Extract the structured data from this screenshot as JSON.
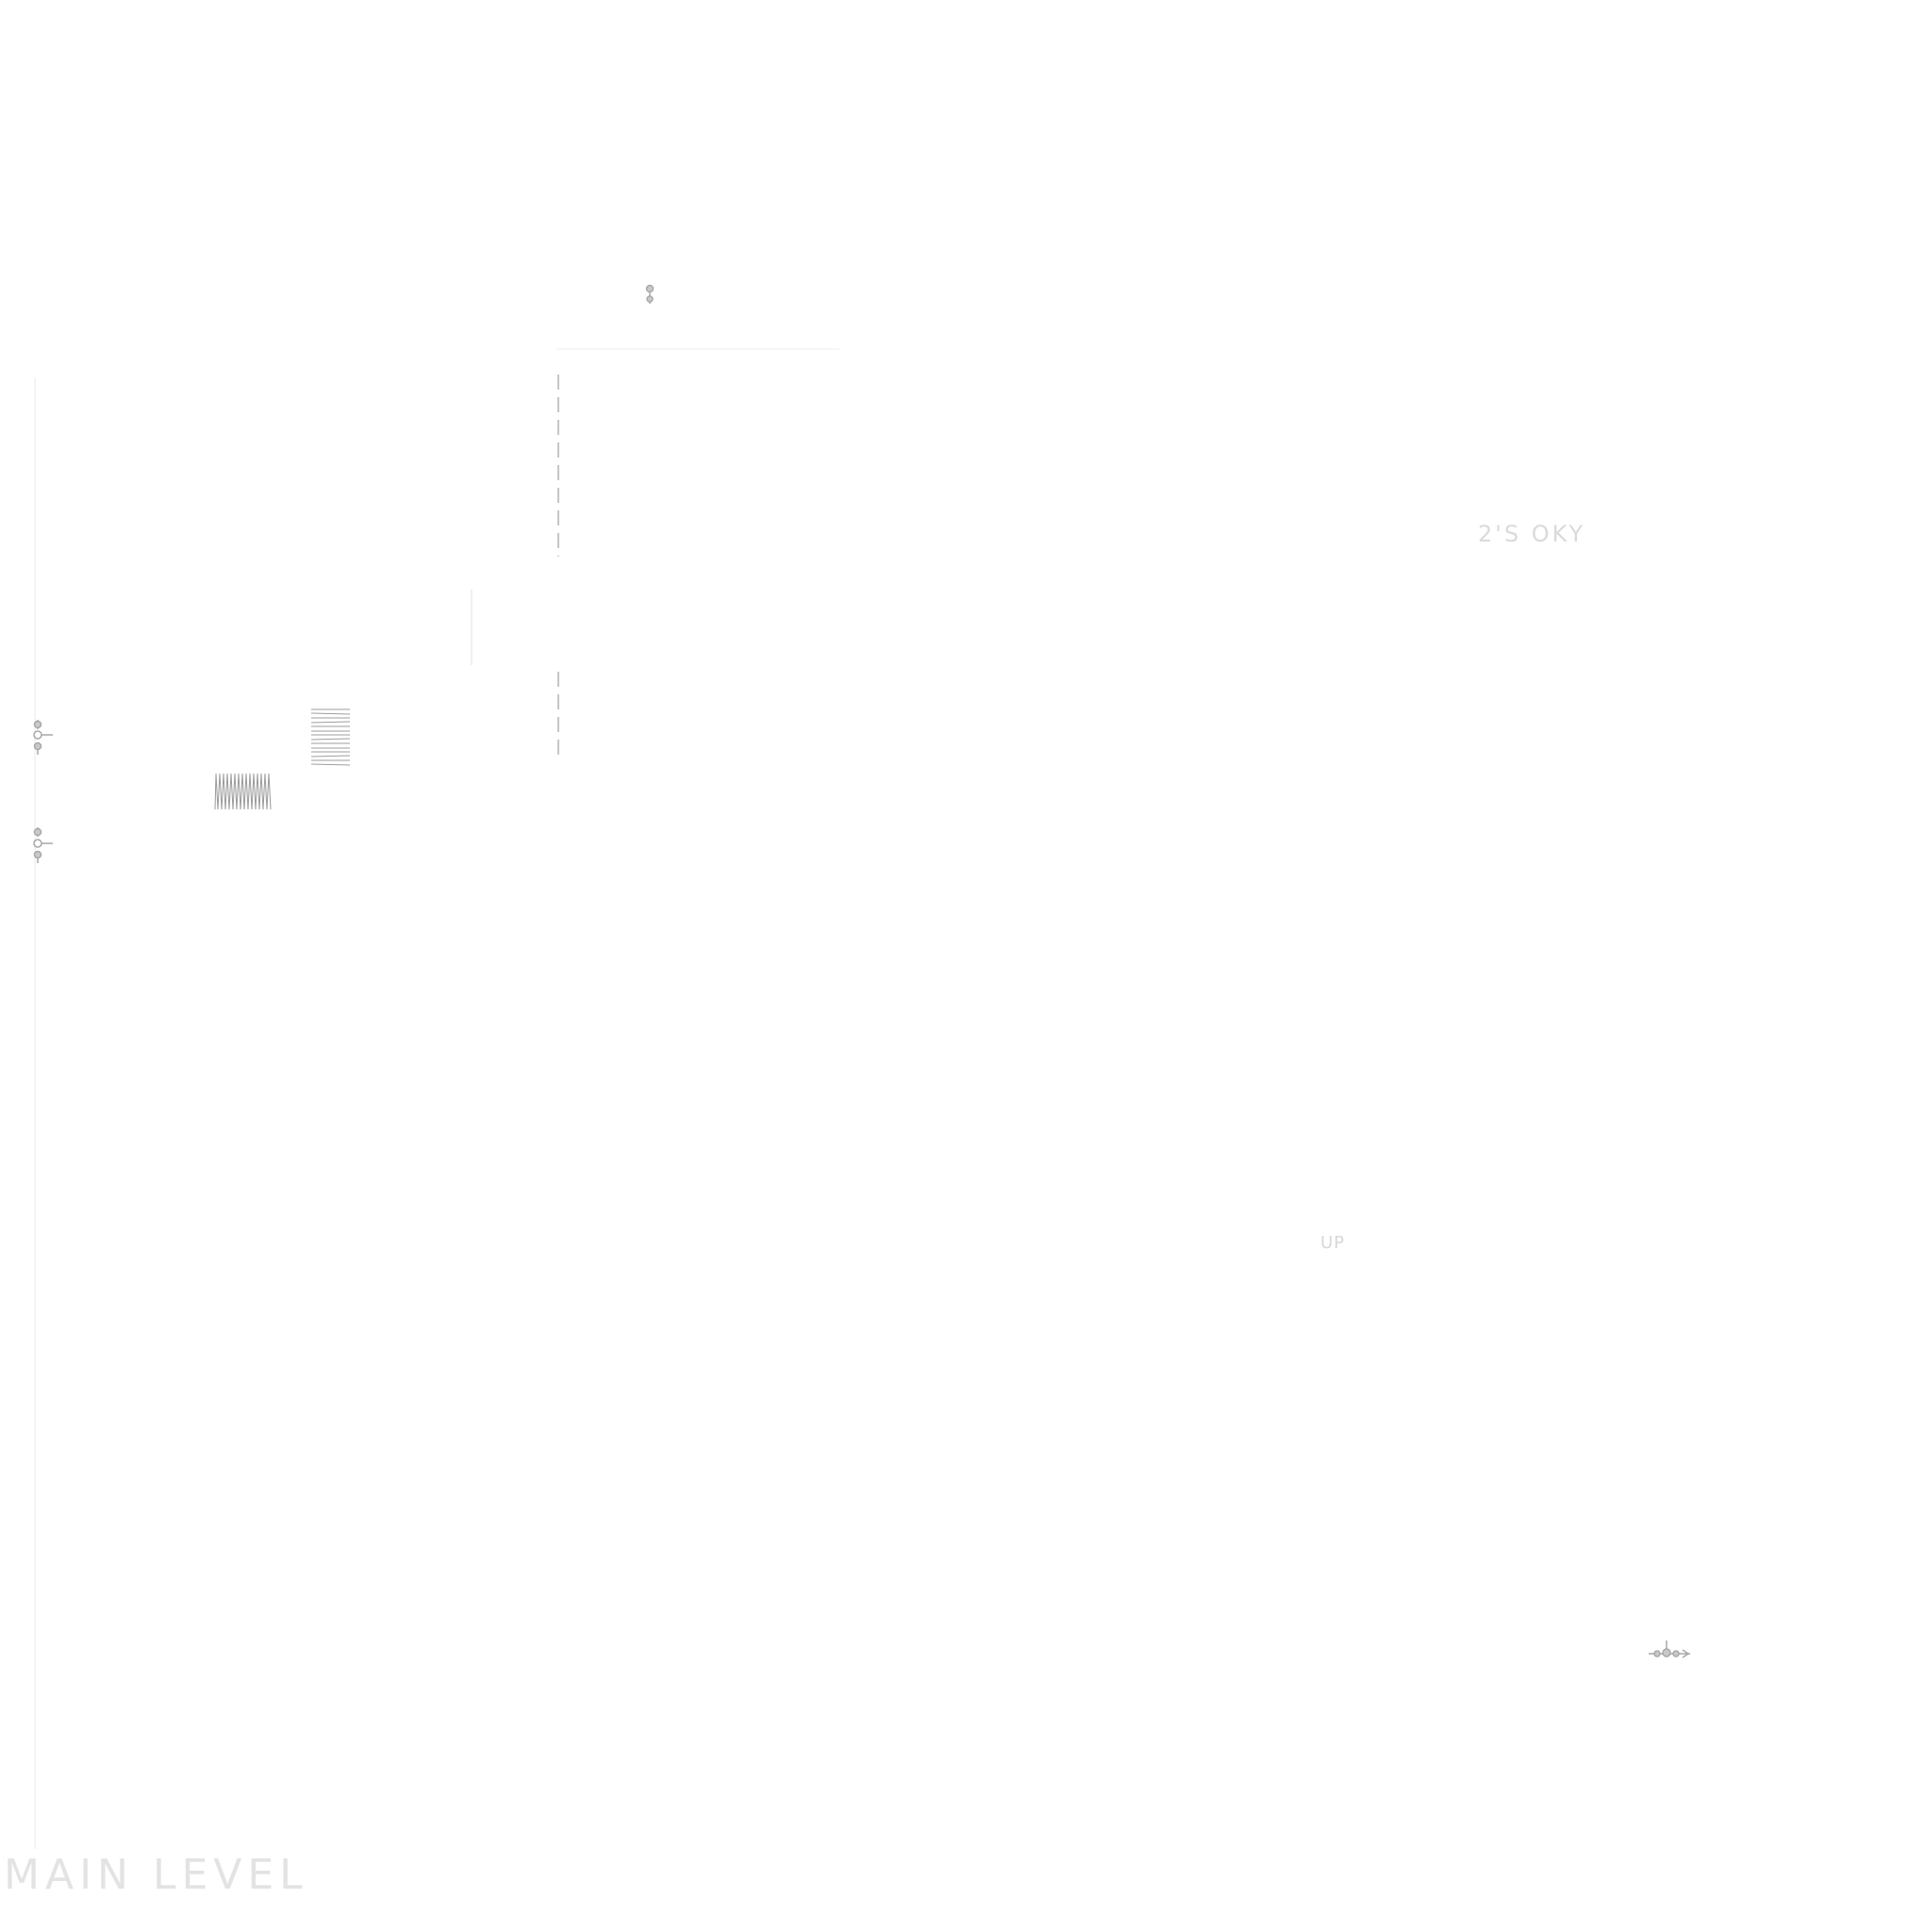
{
  "plan": {
    "labels": {
      "sky": "2'S OKY",
      "up": "UP",
      "main_level": "MAIN LEVEL"
    },
    "symbols": {
      "fixture_top": "fixture-icon",
      "fixture_left_1": "valve-icon",
      "fixture_left_2": "valve-icon",
      "fixture_bottom_right": "valve-icon",
      "stair_treads": "stair-icon",
      "zigzag_run": "zigzag-icon"
    },
    "colors": {
      "background": "#ffffff",
      "line": "#b8b8b8",
      "text": "#dadada"
    }
  }
}
